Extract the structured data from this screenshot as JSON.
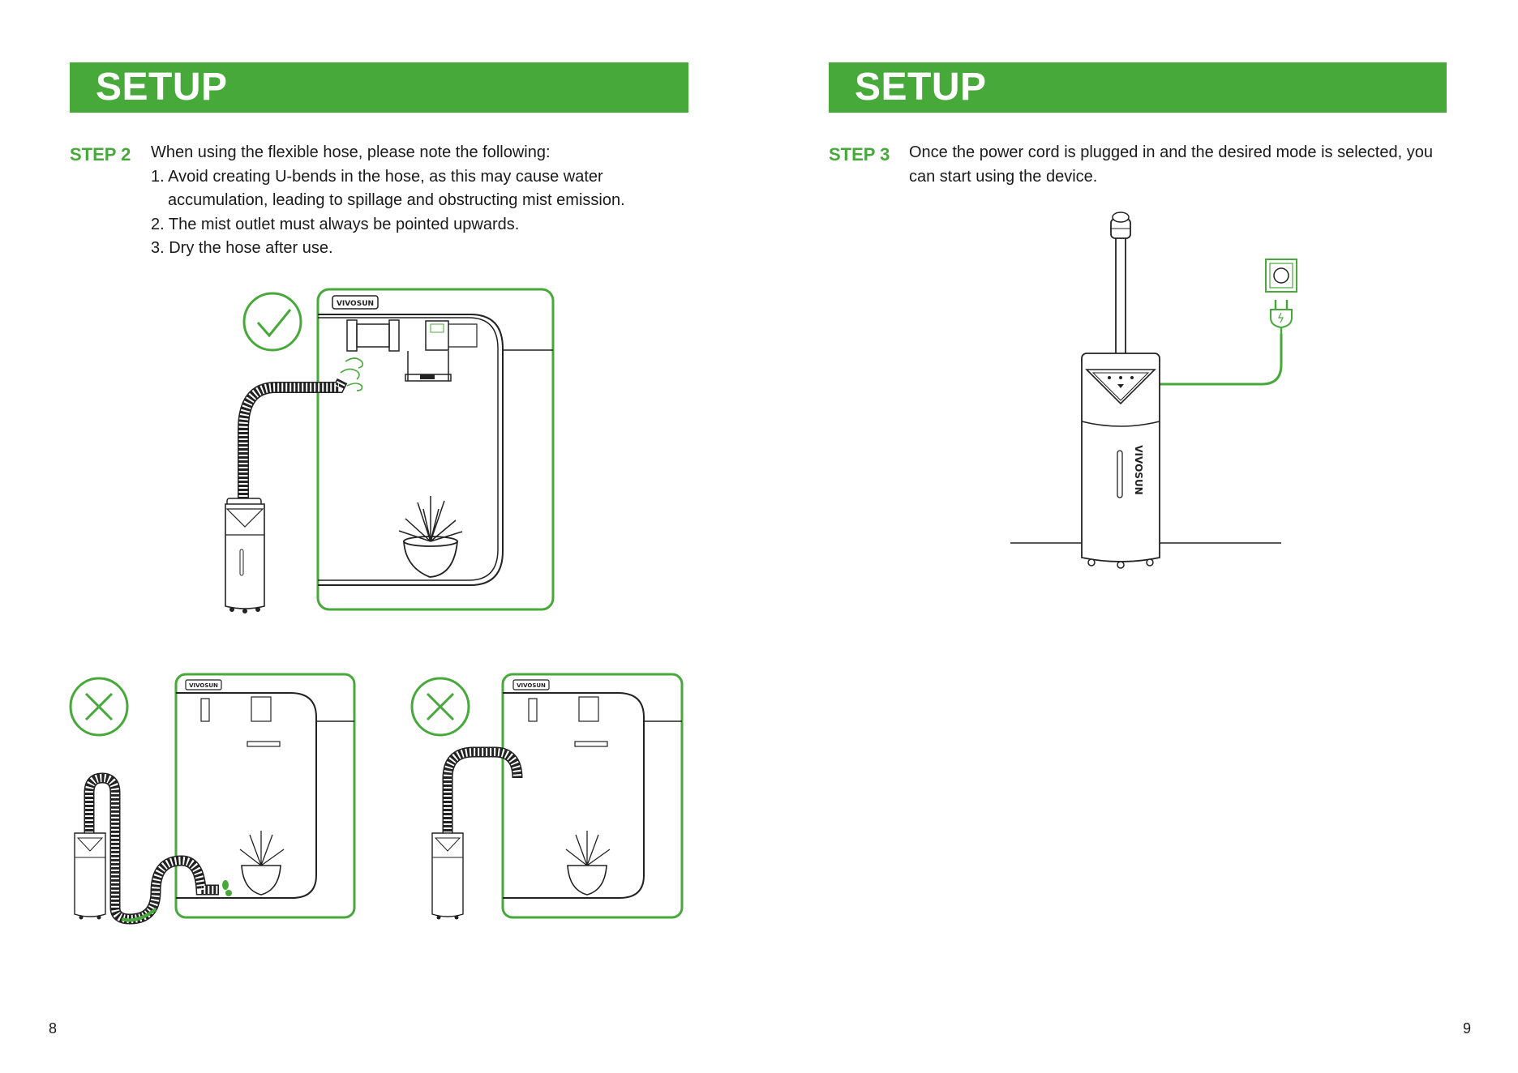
{
  "left_page": {
    "banner_title": "SETUP",
    "step_label": "STEP 2",
    "intro": "When using the flexible hose, please note the following:",
    "items": [
      {
        "line1": "1. Avoid creating U-bends in the hose, as this may cause water",
        "line2": "accumulation, leading to spillage and obstructing mist emission."
      },
      {
        "line1": "2. The mist outlet must always be pointed upwards."
      },
      {
        "line1": "3. Dry the hose after use."
      }
    ],
    "page_number": "8"
  },
  "right_page": {
    "banner_title": "SETUP",
    "step_label": "STEP 3",
    "line1": "Once the power cord is plugged in and the desired mode is selected, you",
    "line2": "can start using the device.",
    "page_number": "9"
  },
  "brand": "VIVOSUN",
  "colors": {
    "accent": "#47a93a",
    "line": "#222222"
  },
  "icons": {
    "correct": "check-circle-icon",
    "wrong": "x-circle-icon",
    "outlet": "wall-outlet-icon",
    "plug": "power-plug-icon"
  }
}
